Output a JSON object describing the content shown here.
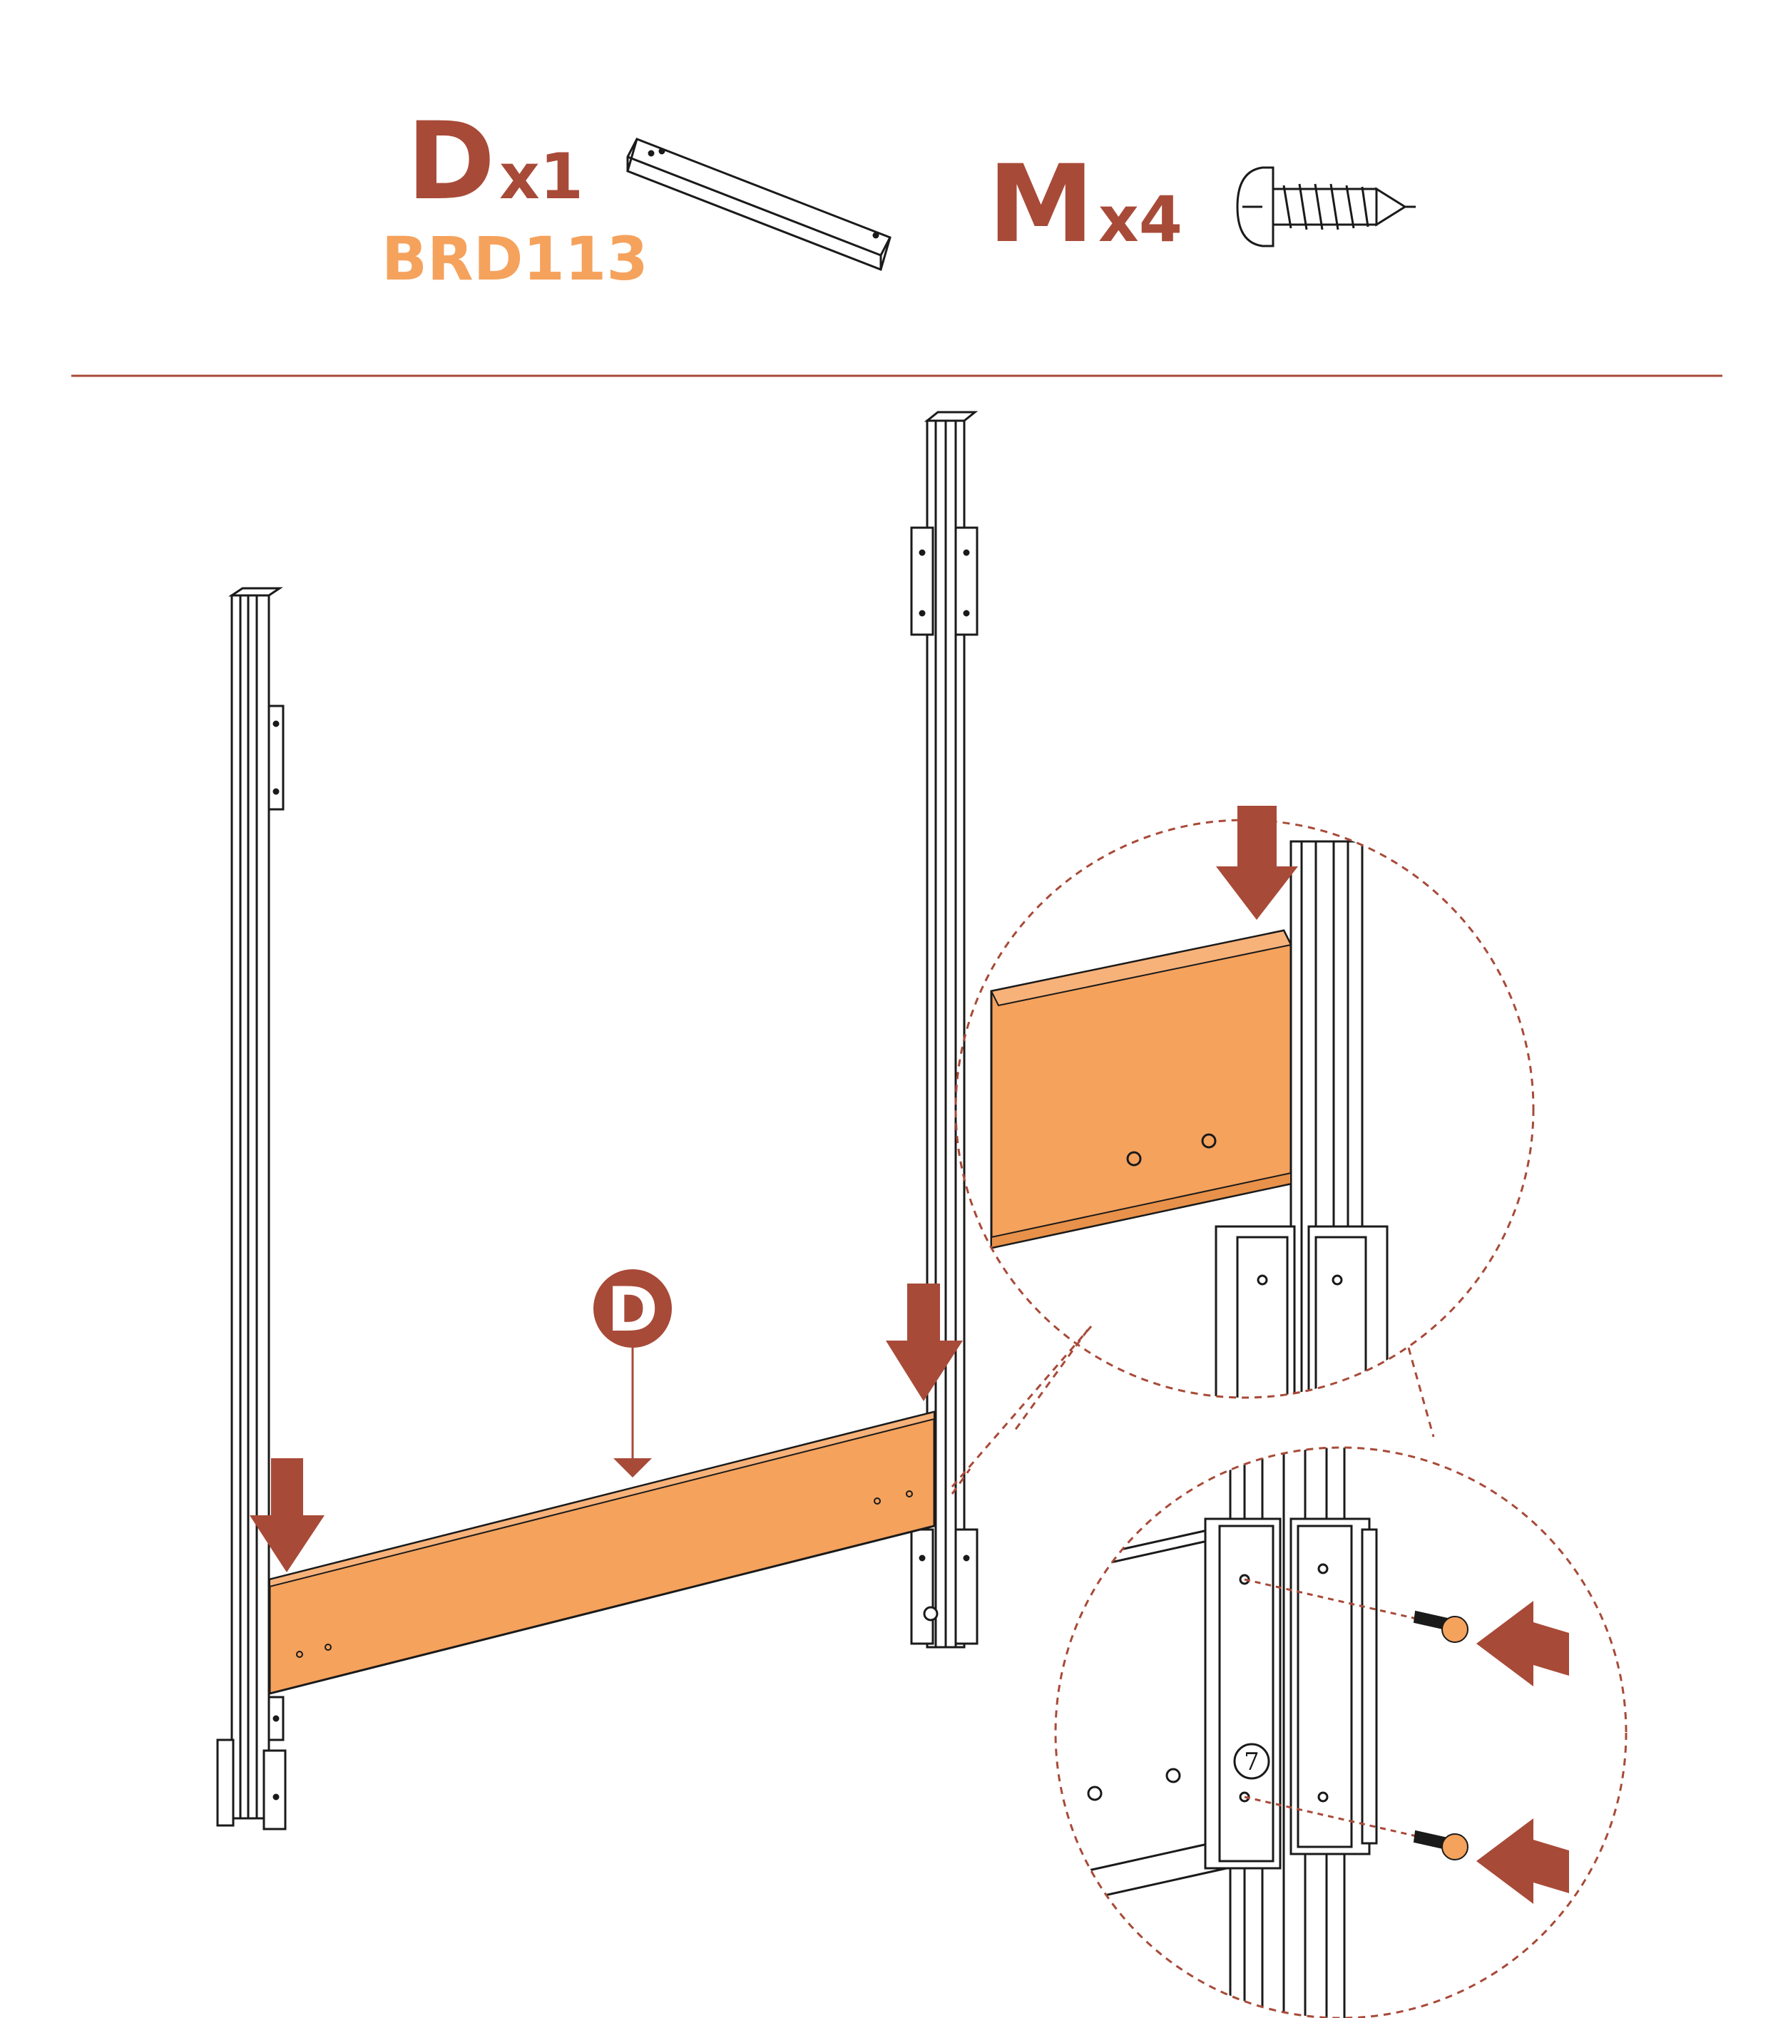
{
  "parts": {
    "board": {
      "letter": "D",
      "quantity": "x1",
      "code": "BRD113"
    },
    "screw": {
      "letter": "M",
      "quantity": "x4"
    }
  },
  "callout": {
    "label": "D"
  },
  "bracket_mark": "7",
  "colors": {
    "accent": "#a84a38",
    "board": "#f5a25d",
    "board_code": "#f5a25d",
    "line": "#1a1a1a"
  },
  "icons": [
    "board-icon",
    "screw-icon",
    "down-arrow-icon",
    "left-arrow-icon",
    "zoom-circle-icon"
  ]
}
